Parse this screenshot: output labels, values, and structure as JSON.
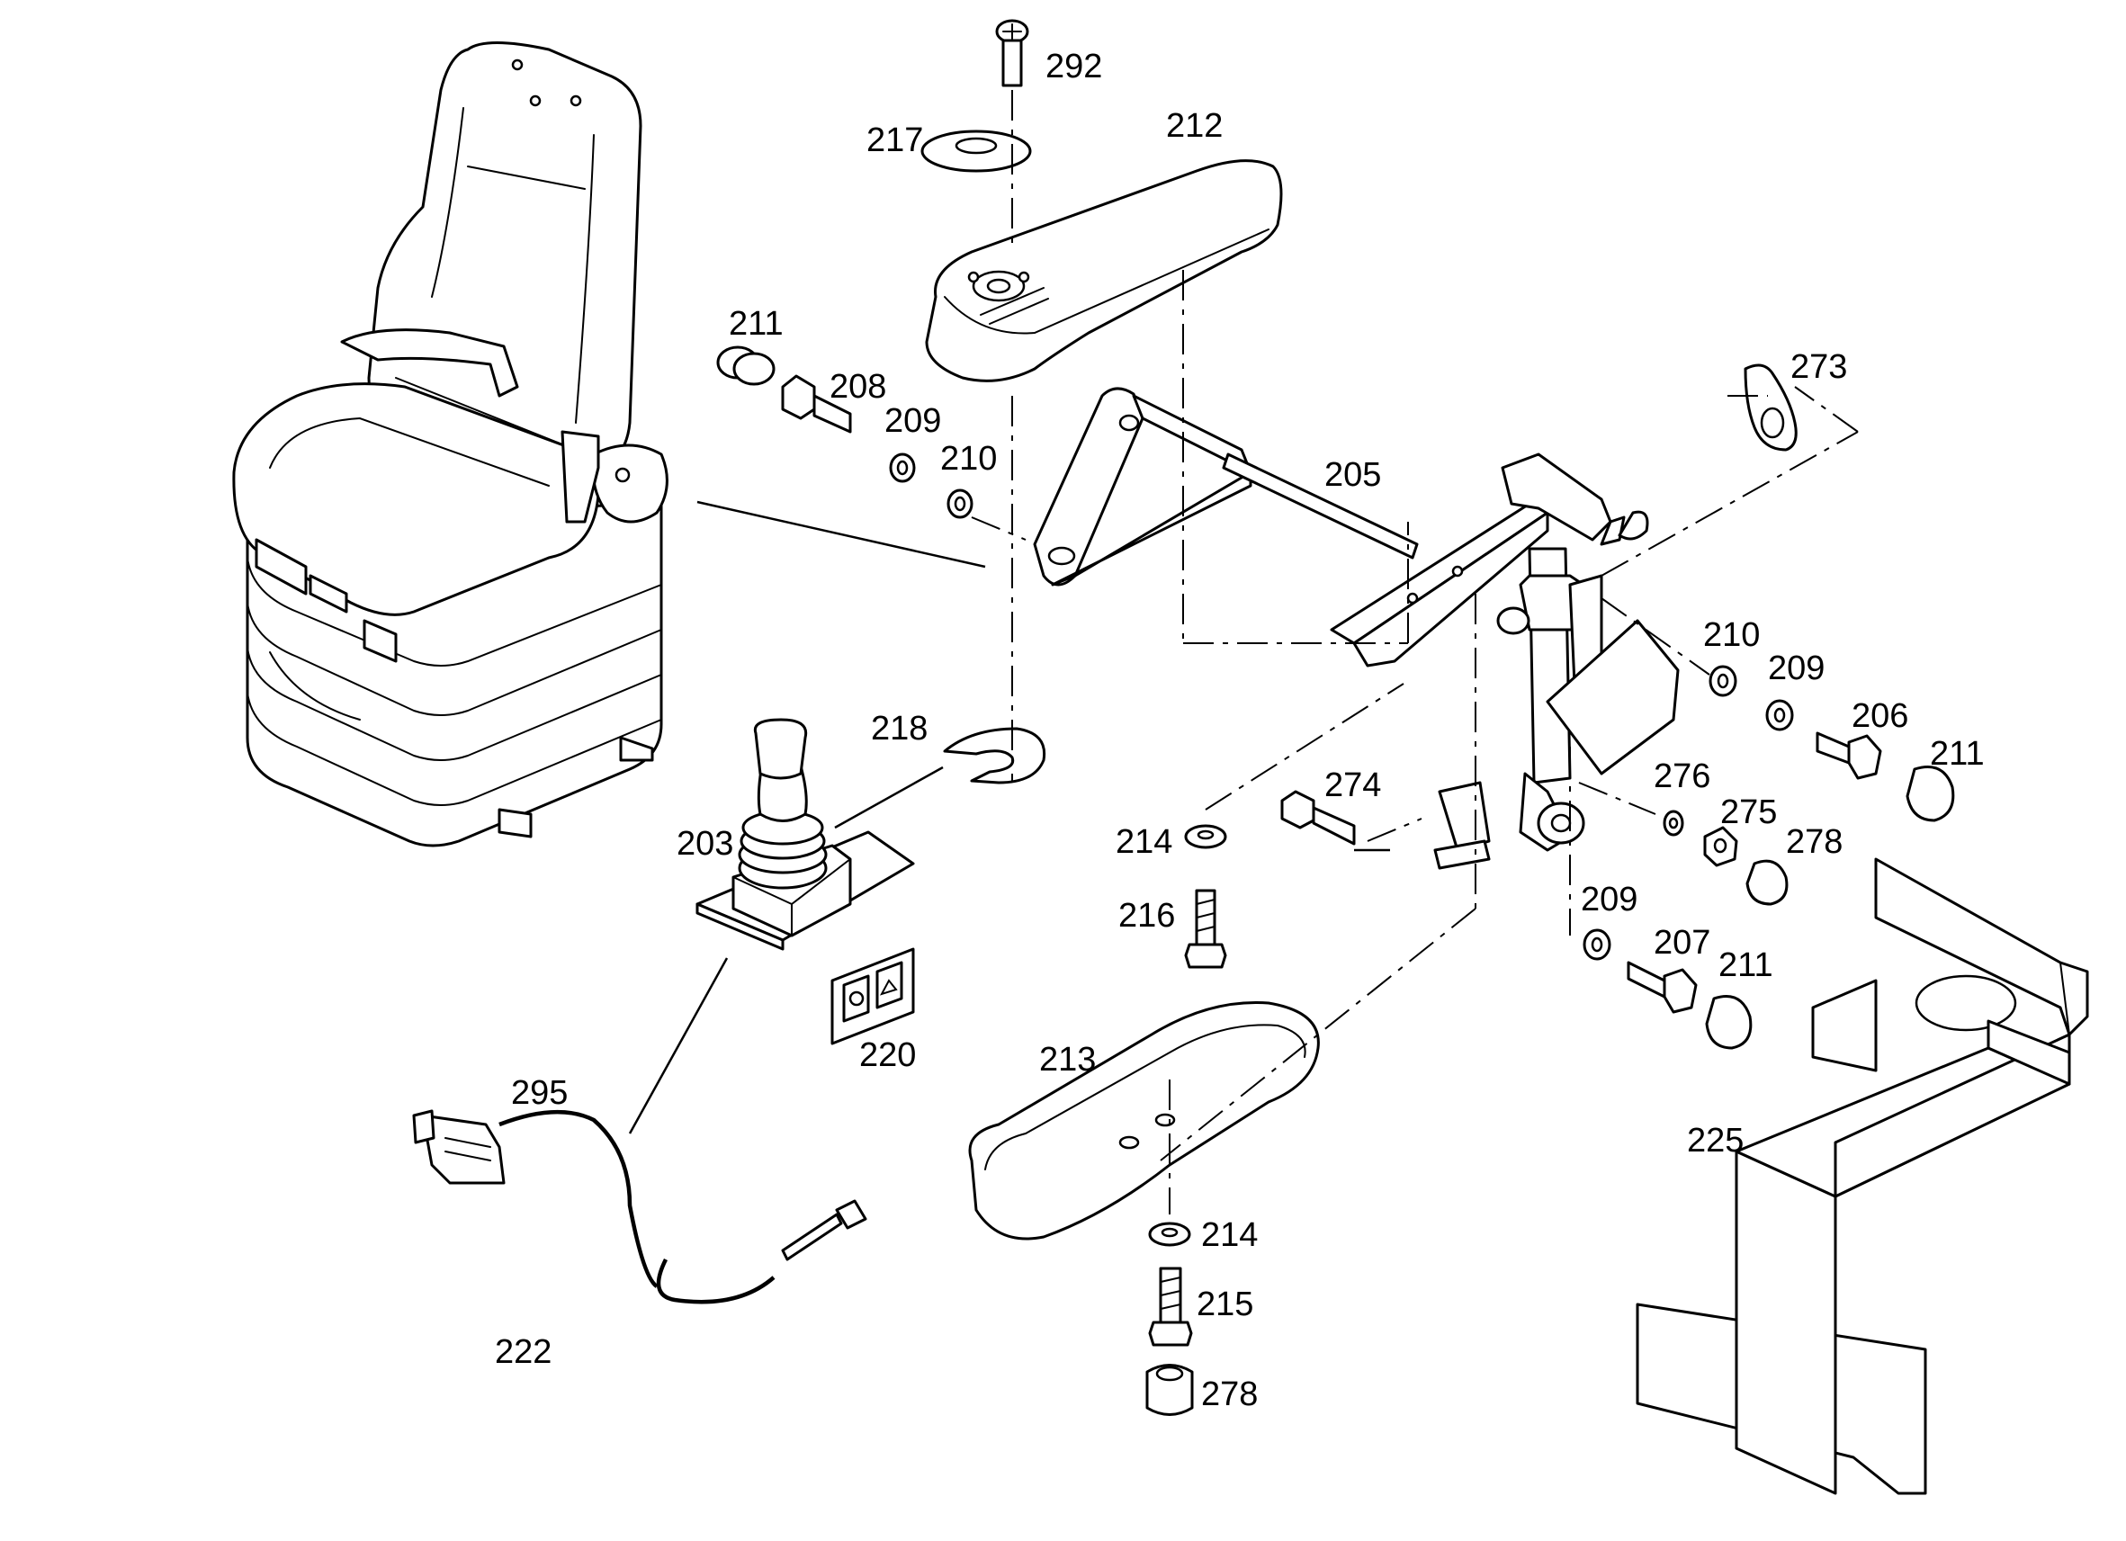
{
  "callouts": [
    {
      "id": "292",
      "text": "292"
    },
    {
      "id": "217",
      "text": "217"
    },
    {
      "id": "212",
      "text": "212"
    },
    {
      "id": "211a",
      "text": "211"
    },
    {
      "id": "208",
      "text": "208"
    },
    {
      "id": "209a",
      "text": "209"
    },
    {
      "id": "210a",
      "text": "210"
    },
    {
      "id": "205",
      "text": "205"
    },
    {
      "id": "273",
      "text": "273"
    },
    {
      "id": "210b",
      "text": "210"
    },
    {
      "id": "209b",
      "text": "209"
    },
    {
      "id": "206",
      "text": "206"
    },
    {
      "id": "211b",
      "text": "211"
    },
    {
      "id": "218",
      "text": "218"
    },
    {
      "id": "274",
      "text": "274"
    },
    {
      "id": "276",
      "text": "276"
    },
    {
      "id": "275",
      "text": "275"
    },
    {
      "id": "278a",
      "text": "278"
    },
    {
      "id": "203",
      "text": "203"
    },
    {
      "id": "214a",
      "text": "214"
    },
    {
      "id": "216",
      "text": "216"
    },
    {
      "id": "209c",
      "text": "209"
    },
    {
      "id": "207",
      "text": "207"
    },
    {
      "id": "211c",
      "text": "211"
    },
    {
      "id": "220",
      "text": "220"
    },
    {
      "id": "213",
      "text": "213"
    },
    {
      "id": "295",
      "text": "295"
    },
    {
      "id": "225",
      "text": "225"
    },
    {
      "id": "214b",
      "text": "214"
    },
    {
      "id": "215",
      "text": "215"
    },
    {
      "id": "222",
      "text": "222"
    },
    {
      "id": "278b",
      "text": "278"
    }
  ]
}
